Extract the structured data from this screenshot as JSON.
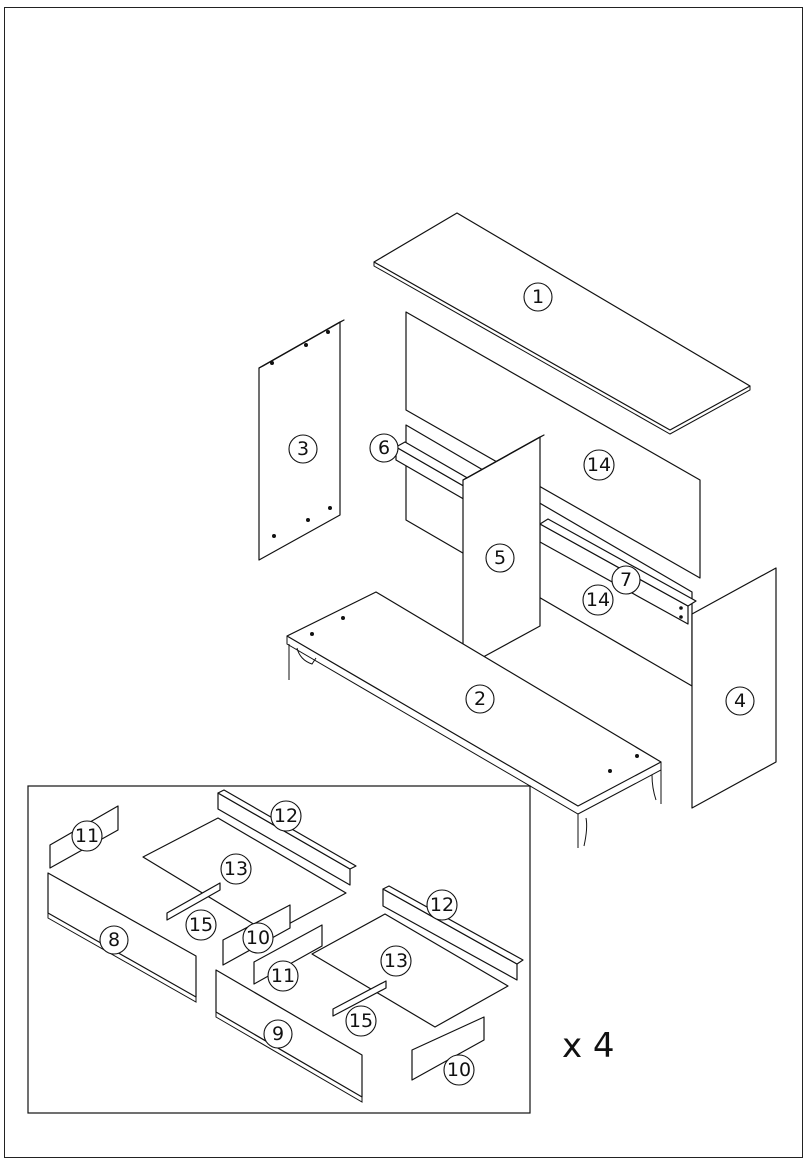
{
  "diagram": {
    "main_callouts": [
      "1",
      "2",
      "3",
      "4",
      "5",
      "6",
      "7",
      "14",
      "14"
    ],
    "drawer_callouts": [
      "8",
      "9",
      "10",
      "10",
      "11",
      "11",
      "12",
      "12",
      "13",
      "13",
      "15",
      "15"
    ],
    "multiplier": "x 4"
  }
}
